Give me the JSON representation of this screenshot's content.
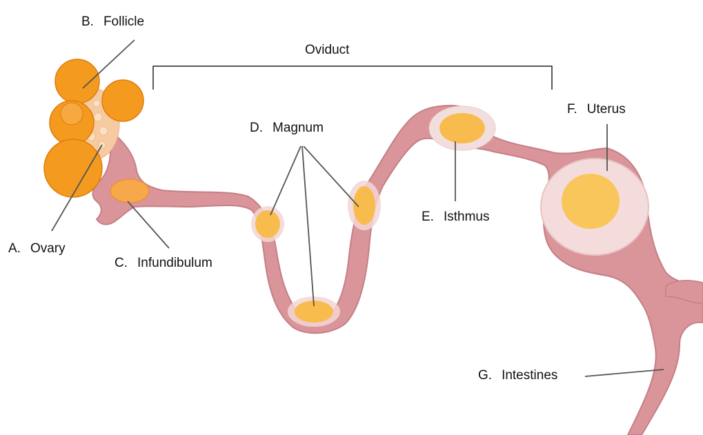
{
  "title": "Oviduct",
  "labels": {
    "ovary": {
      "letter": "A.",
      "text": "Ovary"
    },
    "follicle": {
      "letter": "B.",
      "text": "Follicle"
    },
    "infundibulum": {
      "letter": "C.",
      "text": "Infundibulum"
    },
    "magnum": {
      "letter": "D.",
      "text": "Magnum"
    },
    "isthmus": {
      "letter": "E.",
      "text": "Isthmus"
    },
    "uterus": {
      "letter": "F.",
      "text": "Uterus"
    },
    "intestines": {
      "letter": "G.",
      "text": "Intestines"
    }
  },
  "colors": {
    "tract": "#d9959a",
    "tract_edge": "#c57f86",
    "yolk": "#f8bc4e",
    "follicle": "#f39a1f",
    "follicle_dark": "#e07c0a",
    "ovary_tissue": "#f6cba2",
    "albumen": "#f3d6d6",
    "line": "#555555"
  }
}
